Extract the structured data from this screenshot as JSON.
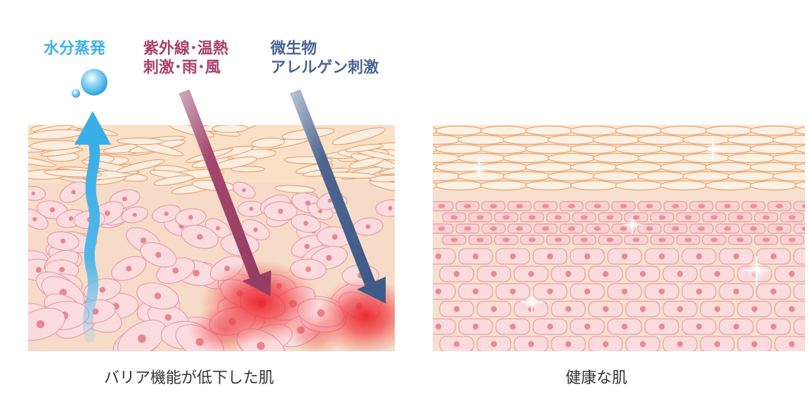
{
  "labels": {
    "evaporation": "水分蒸発",
    "uv_line1": "紫外線･温熱",
    "uv_line2": "刺激･雨･風",
    "micro_line1": "微生物",
    "micro_line2": "アレルゲン刺激"
  },
  "captions": {
    "damaged": "バリア機能が低下した肌",
    "healthy": "健康な肌"
  },
  "colors": {
    "evaporation": "#3cb0e6",
    "uv": "#a7416b",
    "microbe": "#4a6690",
    "caption": "#333333"
  }
}
